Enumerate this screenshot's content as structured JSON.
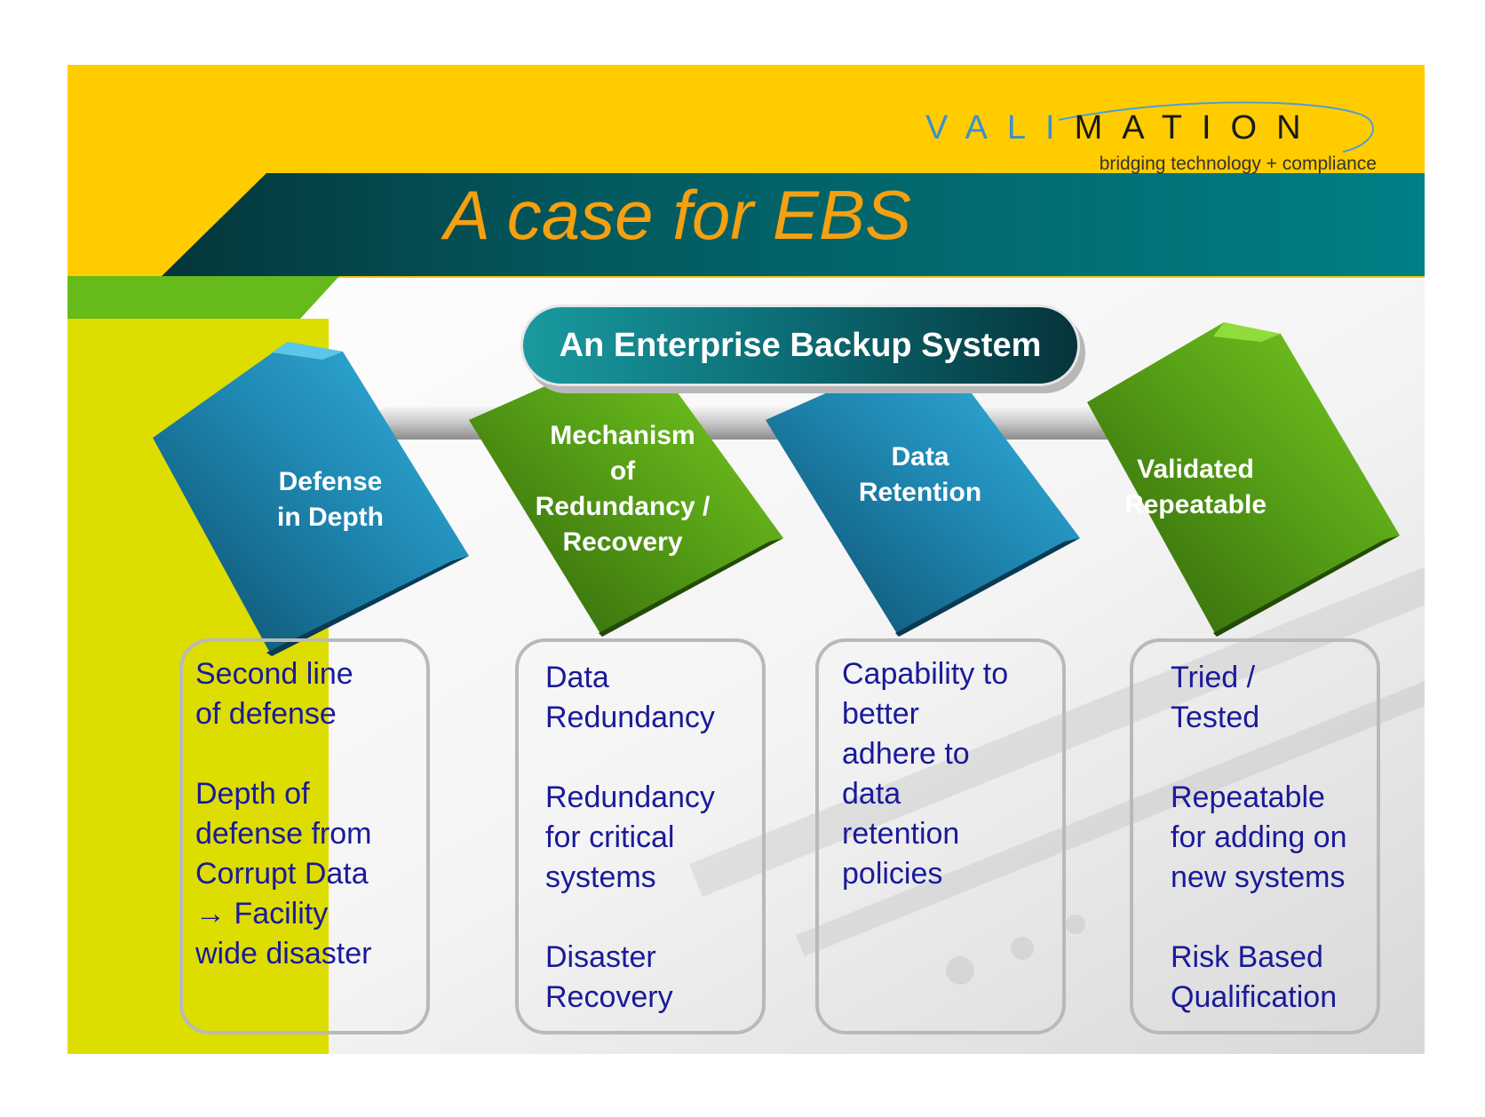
{
  "logo": {
    "word_part1": "VALI",
    "word_part2": "MATION",
    "tagline": "bridging technology + compliance"
  },
  "title": "A case for EBS",
  "center_label": "An Enterprise Backup System",
  "columns": [
    {
      "cube_label": [
        "Defense",
        "in Depth"
      ],
      "color": "#2aa6d2",
      "items": [
        [
          "Second   line",
          "of defense"
        ],
        [
          "Depth of",
          "defense from",
          "Corrupt Data",
          "→ Facility",
          "wide disaster"
        ]
      ]
    },
    {
      "cube_label": [
        "Mechanism",
        "of",
        "Redundancy /",
        "Recovery"
      ],
      "color": "#66bb1a",
      "items": [
        [
          "Data",
          "Redundancy"
        ],
        [
          "Redundancy",
          "for critical",
          "systems"
        ],
        [
          "Disaster",
          "Recovery"
        ]
      ]
    },
    {
      "cube_label": [
        "Data",
        "Retention"
      ],
      "color": "#2aa6d2",
      "items": [
        [
          "Capability to",
          "better",
          "adhere to",
          "data",
          "retention",
          "policies"
        ]
      ]
    },
    {
      "cube_label": [
        "Validated",
        "Repeatable"
      ],
      "color": "#66bb1a",
      "items": [
        [
          "Tried /",
          "Tested"
        ],
        [
          "Repeatable",
          "for adding on",
          "new systems"
        ],
        [
          "Risk Based",
          "Qualification"
        ]
      ]
    }
  ],
  "colors": {
    "yellow": "#ffcc00",
    "teal": "#007f86",
    "dark_teal": "#004a4d",
    "green": "#66bb1a",
    "lime": "#dddd00",
    "title_orange": "#f5a010",
    "body_text": "#1a1a9a"
  }
}
